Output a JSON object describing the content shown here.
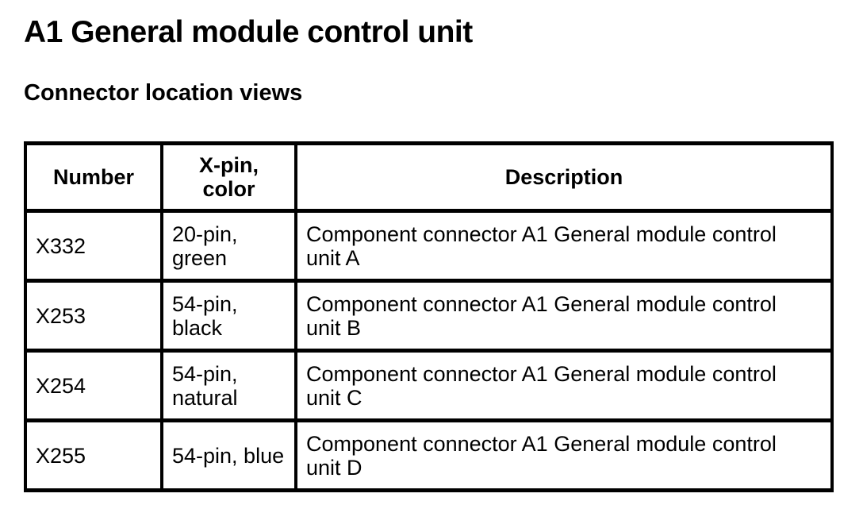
{
  "page": {
    "title": "A1 General module control unit",
    "subtitle": "Connector location views"
  },
  "connector_table": {
    "headers": {
      "number": "Number",
      "pin_color": [
        "X-pin,",
        "color"
      ],
      "description": "Description"
    },
    "rows": [
      {
        "number": "X332",
        "pin_color": [
          "20-pin,",
          "green"
        ],
        "description": [
          "Component connector A1 General module control",
          "unit A"
        ]
      },
      {
        "number": "X253",
        "pin_color": [
          "54-pin,",
          "black"
        ],
        "description": [
          "Component connector A1 General module control",
          "unit B"
        ]
      },
      {
        "number": "X254",
        "pin_color": [
          "54-pin,",
          "natural"
        ],
        "description": [
          "Component connector A1 General module control",
          "unit C"
        ]
      },
      {
        "number": "X255",
        "pin_color": [
          "54-pin, blue"
        ],
        "description": [
          "Component connector A1 General module control",
          "unit D"
        ]
      }
    ],
    "colors": {
      "border": "#000000",
      "text": "#000000",
      "background": "#ffffff"
    }
  }
}
